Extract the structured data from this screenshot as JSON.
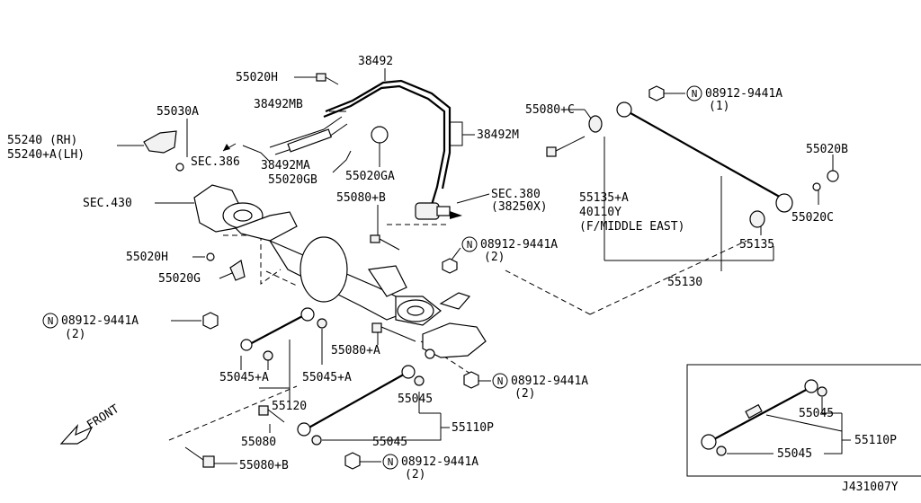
{
  "labels": {
    "p38492": "38492",
    "p55020H_top": "55020H",
    "p38492MB": "38492MB",
    "p55030A": "55030A",
    "p55240": "55240 (RH)",
    "p55240A": "55240+A(LH)",
    "sec386": "SEC.386",
    "p38492MA": "38492MA",
    "p55020GB": "55020GB",
    "p55020GA": "55020GA",
    "p38492M": "38492M",
    "sec430": "SEC.430",
    "p55080B_top": "55080+B",
    "sec380": "SEC.380",
    "sec380sub": "(38250X)",
    "p55080C": "55080+C",
    "n08912_r": "08912-9441A",
    "n08912_r_qty": "(1)",
    "p55020B": "55020B",
    "p55135A": "55135+A",
    "p40110Y": "40110Y",
    "fme": "(F/MIDDLE EAST)",
    "p55020C": "55020C",
    "p55135": "55135",
    "p55130": "55130",
    "p55020H_mid": "55020H",
    "n08912_c": "08912-9441A",
    "n08912_c_qty": "(2)",
    "p55020G": "55020G",
    "n08912_l": "08912-9441A",
    "n08912_l_qty": "(2)",
    "p55080A": "55080+A",
    "p55045A_1": "55045+A",
    "p55045A_2": "55045+A",
    "p55120": "55120",
    "n08912_m": "08912-9441A",
    "n08912_m_qty": "(2)",
    "p55045_1": "55045",
    "p55110P": "55110P",
    "p55080": "55080",
    "p55045_2": "55045",
    "p55080B_bot": "55080+B",
    "n08912_b": "08912-9441A",
    "n08912_b_qty": "(2)",
    "front": "FRONT",
    "inset_55045_1": "55045",
    "inset_55110P": "55110P",
    "inset_55045_2": "55045",
    "diagram_id": "J431007Y",
    "n_symbol": "N"
  }
}
